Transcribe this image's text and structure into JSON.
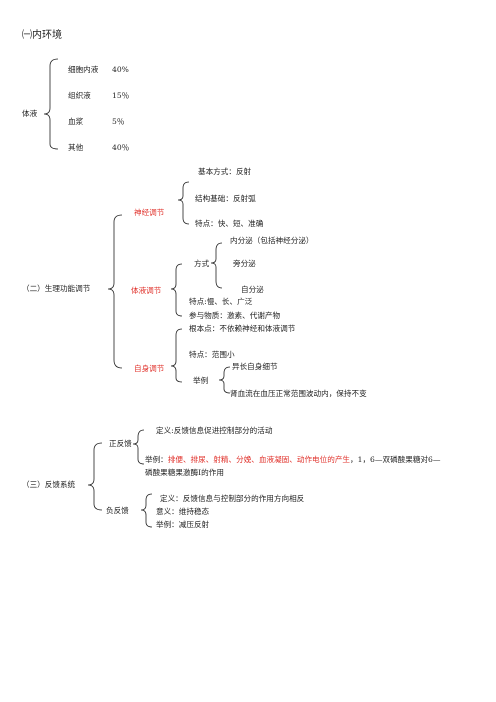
{
  "s1": {
    "title": "㈠内环境",
    "root": "体液",
    "items": [
      {
        "name": "细胞内液",
        "value": "40%"
      },
      {
        "name": "组织液",
        "value": "15％"
      },
      {
        "name": "血浆",
        "value": "5％"
      },
      {
        "name": "其他",
        "value": "40％"
      }
    ]
  },
  "s2": {
    "root": "（二）生理功能调节",
    "neural": {
      "label": "神经调节",
      "mode": "基本方式：反射",
      "basis": "结构基础：反射弧",
      "traits": "特点：快、短、准确"
    },
    "humoral": {
      "label": "体液调节",
      "mode_label": "方式",
      "endocrine": "内分泌（包括神经分泌）",
      "paracrine": "旁分泌",
      "autocrine": "自分泌",
      "traits": "特点:慢、长、广泛",
      "substances": "参与物质：激素、代谢产物"
    },
    "auto": {
      "label": "自身调节",
      "basic": "根本点：不依赖神经和体液调节",
      "traits": "特点：范围小",
      "example_label": "举例",
      "ex1": "异长自身细节",
      "ex2": "肾血流在血压正常范围波动内，保持不变"
    }
  },
  "s3": {
    "root": "（三）反馈系统",
    "positive": {
      "label": "正反馈",
      "definition": "定义:反馈信息促进控制部分的活动",
      "example_prefix": "举例：",
      "example_red": "排便、排尿、射精、分娩、血液凝固、动作电位的产生",
      "example_rest1": "，1，6—双磷酸果糖对6—",
      "example_rest2": "磷酸果糖果激酶Ⅰ的作用"
    },
    "negative": {
      "label": "负反馈",
      "definition": "定义：反馈信息与控制部分的作用方向相反",
      "meaning": "意义：维持稳态",
      "example": "举例：减压反射"
    }
  }
}
